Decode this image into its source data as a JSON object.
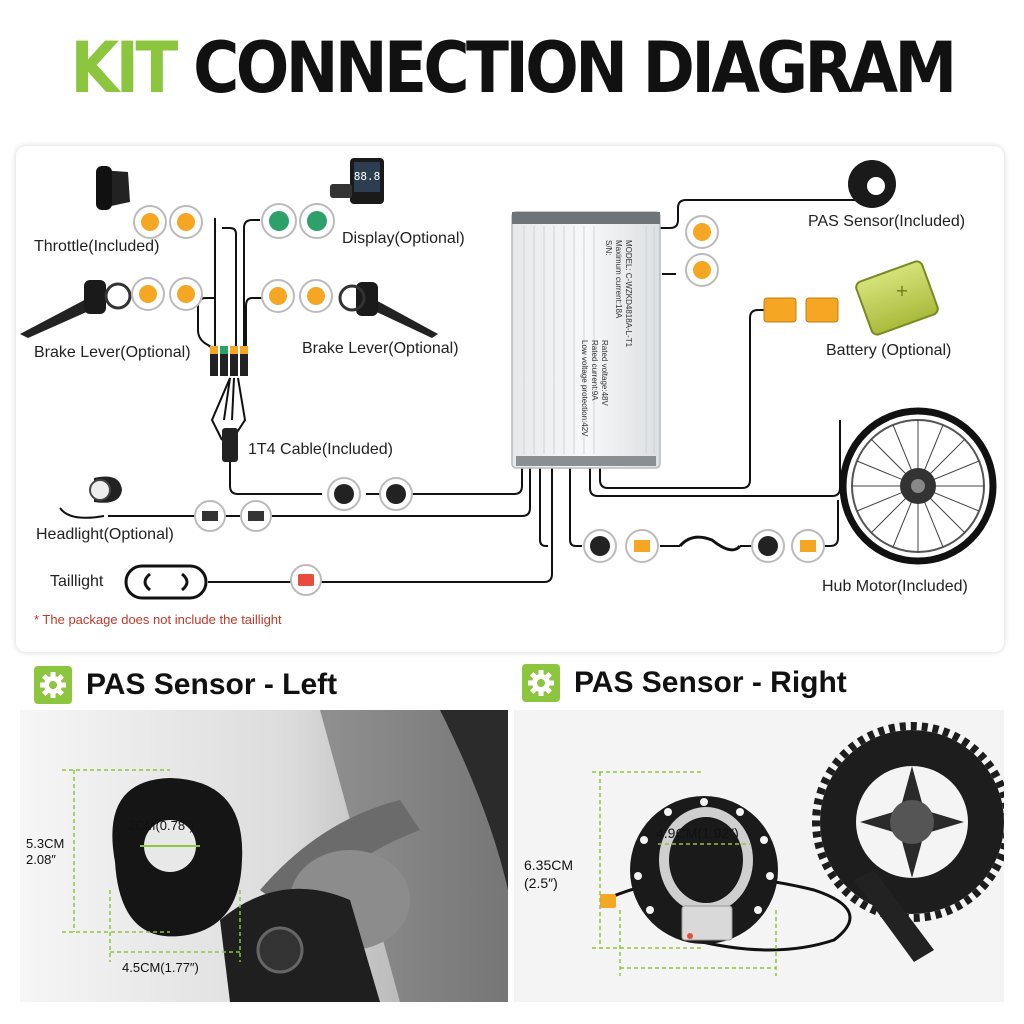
{
  "title": {
    "accent": "KIT",
    "rest": "CONNECTION DIAGRAM"
  },
  "components": {
    "throttle": "Throttle(Included)",
    "display": "Display(Optional)",
    "brake_left": "Brake Lever(Optional)",
    "brake_right": "Brake Lever(Optional)",
    "cable": "1T4 Cable(Included)",
    "headlight": "Headlight(Optional)",
    "taillight": "Taillight",
    "pas": "PAS Sensor(Included)",
    "battery": "Battery (Optional)",
    "motor": "Hub Motor(Included)"
  },
  "note": "* The package does not include the taillight",
  "controller": {
    "model": "MODEL: C-WZKD4818A-L-T1",
    "max_current": "Maximum current:18A",
    "sn": "S/N:",
    "rated_voltage": "Rated voltage:48V",
    "rated_current": "Rated current:9A",
    "low_voltage": "Low voltage protection:42V"
  },
  "pas_left": {
    "title": "PAS Sensor - Left",
    "height_cm": "5.3CM",
    "height_in": "2.08″",
    "inner": "2CM(0.78″)",
    "width": "4.5CM(1.77″)"
  },
  "pas_right": {
    "title": "PAS Sensor - Right",
    "height_cm": "6.35CM",
    "height_in": "(2.5″)",
    "inner": "4.9CM(1.92″)"
  },
  "colors": {
    "accent": "#8cc63f",
    "connector_yellow": "#f5a623",
    "connector_green": "#2ea06a",
    "note_red": "#c0392b"
  }
}
